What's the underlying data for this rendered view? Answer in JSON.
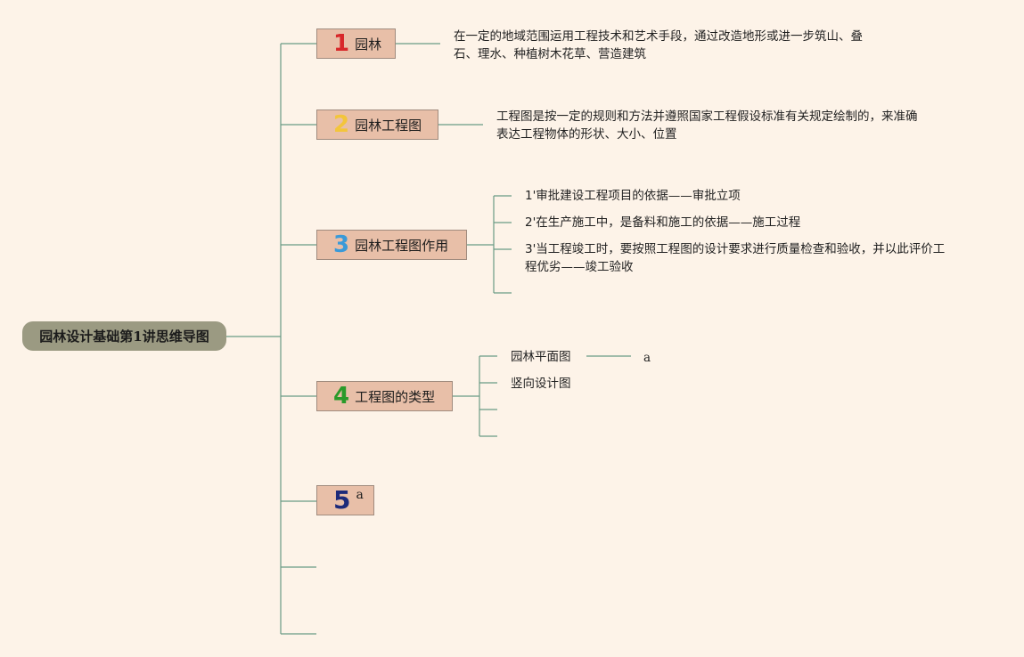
{
  "root": {
    "label": "园林设计基础第1讲思维导图"
  },
  "topics": [
    {
      "num": "1",
      "num_color": "#d8282a",
      "label": "园林",
      "details": [
        "在一定的地域范围运用工程技术和艺术手段，通过改造地形或进一步筑山、叠",
        "石、理水、种植树木花草、营造建筑"
      ]
    },
    {
      "num": "2",
      "num_color": "#f3c53b",
      "label": "园林工程图",
      "details": [
        "工程图是按一定的规则和方法并遵照国家工程假设标准有关规定绘制的，来准确",
        "表达工程物体的形状、大小、位置"
      ]
    },
    {
      "num": "3",
      "num_color": "#3a9ad8",
      "label": "园林工程图作用",
      "subs": [
        "1'审批建设工程项目的依据——审批立项",
        "2'在生产施工中，是备料和施工的依据——施工过程",
        "3'当工程竣工时，要按照工程图的设计要求进行质量检查和验收，并以此评价工",
        "程优劣——竣工验收"
      ]
    },
    {
      "num": "4",
      "num_color": "#2a9a2a",
      "label": "工程图的类型",
      "subs": [
        "园林平面图",
        "竖向设计图"
      ],
      "sub_child": "a"
    },
    {
      "num": "5",
      "num_color": "#1c2a7a",
      "label": "a"
    }
  ],
  "colors": {
    "line": "#6a9a84",
    "topic_fill": "#e8bfa8",
    "root_fill": "#9b9a82",
    "background": "#fdf3e8"
  }
}
